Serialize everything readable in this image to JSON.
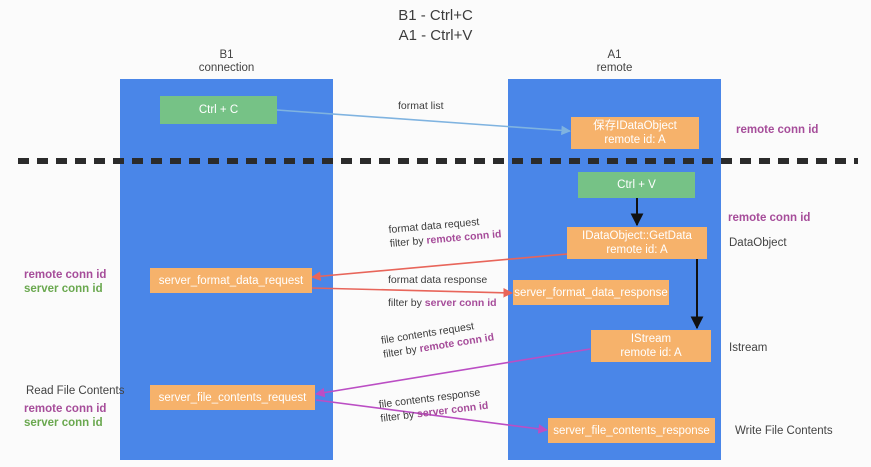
{
  "title": {
    "line1": "B1 - Ctrl+C",
    "line2": "A1 - Ctrl+V"
  },
  "columns": [
    {
      "name": "B1",
      "role": "connection"
    },
    {
      "name": "A1",
      "role": "remote"
    }
  ],
  "colors": {
    "lane": "#4a86e8",
    "node_green": "#76c286",
    "node_orange": "#f6b26b",
    "accent_purple": "#a64d9a",
    "accent_green": "#6aa84f",
    "arrow_blue": "#7fb3e0",
    "arrow_red": "#e8655a",
    "arrow_magenta": "#bb4ec4",
    "arrow_black": "#000000",
    "divider": "#2b2b2b",
    "background": "#fbfbfb"
  },
  "nodes": {
    "ctrl_c": {
      "label": "Ctrl + C"
    },
    "ctrl_v": {
      "label": "Ctrl + V"
    },
    "idataobject_remote": {
      "line1": "保存IDataObject",
      "line2": "remote id: A"
    },
    "getdata": {
      "line1": "IDataObject::GetData",
      "line2": "remote id: A"
    },
    "istream": {
      "line1": "IStream",
      "line2": "remote id: A"
    },
    "server_format_data_request": {
      "label": "server_format_data_request"
    },
    "server_format_data_response": {
      "label": "server_format_data_response"
    },
    "server_file_contents_request": {
      "label": "server_file_contents_request"
    },
    "server_file_contents_response": {
      "label": "server_file_contents_response"
    }
  },
  "edges": {
    "format_list": {
      "label": "format list"
    },
    "format_data_request": {
      "line1": "format data request",
      "filter_prefix": "filter by ",
      "filter_token": "remote conn id"
    },
    "format_data_response": {
      "line1": "format data response",
      "filter_prefix": "filter by ",
      "filter_token": "server conn id"
    },
    "file_contents_request": {
      "line1": "file contents request",
      "filter_prefix": "filter by ",
      "filter_token": "remote conn id"
    },
    "file_contents_response": {
      "line1": "file contents response",
      "filter_prefix": "filter by ",
      "filter_token": "server conn id"
    }
  },
  "annotations": {
    "right_top_conn": "remote conn id",
    "right_mid_conn": "remote conn id",
    "right_dataobject": "DataObject",
    "right_istream": "Istream",
    "right_write_file": "Write File Contents",
    "left_mid_remote": "remote conn id",
    "left_mid_server": "server conn id",
    "left_read_file": "Read File Contents",
    "left_bottom_remote": "remote conn id",
    "left_bottom_server": "server conn id"
  }
}
